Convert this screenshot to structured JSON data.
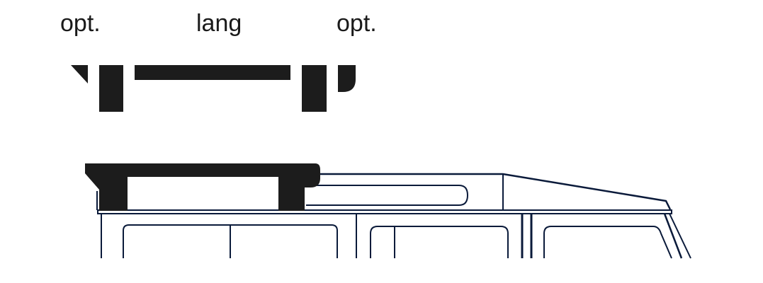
{
  "labels": {
    "left": "opt.",
    "center": "lang",
    "right": "opt."
  },
  "colors": {
    "rack": "#1c1c1c",
    "outline": "#0a1a3a"
  }
}
